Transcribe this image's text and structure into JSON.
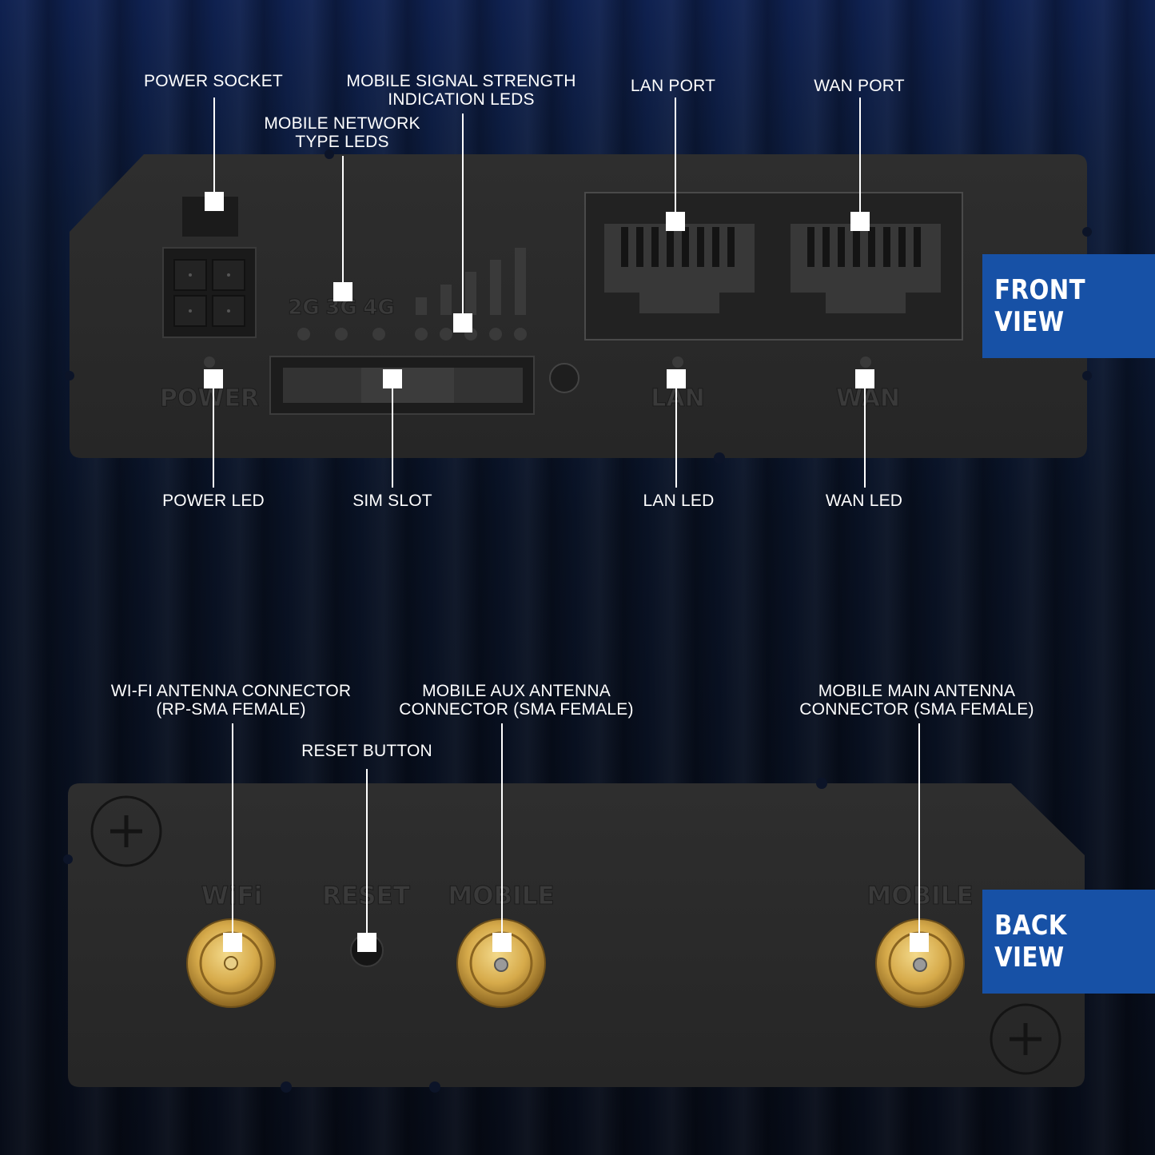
{
  "views": {
    "front": "FRONT VIEW",
    "back": "BACK VIEW"
  },
  "front_panel": {
    "network_types": [
      "2G",
      "3G",
      "4G"
    ],
    "power_text": "POWER",
    "lan_text": "LAN",
    "wan_text": "WAN"
  },
  "back_panel": {
    "wifi_text": "WiFi",
    "reset_text": "RESET",
    "mobile_aux_text": "MOBILE",
    "mobile_main_text": "MOBILE"
  },
  "front_callouts": {
    "power_socket": [
      "POWER SOCKET"
    ],
    "mobile_network_type_leds": [
      "MOBILE NETWORK",
      "TYPE LEDS"
    ],
    "mobile_signal_strength_leds": [
      "MOBILE SIGNAL STRENGTH",
      "INDICATION LEDS"
    ],
    "lan_port": [
      "LAN PORT"
    ],
    "wan_port": [
      "WAN PORT"
    ],
    "power_led": [
      "POWER LED"
    ],
    "sim_slot": [
      "SIM SLOT"
    ],
    "lan_led": [
      "LAN LED"
    ],
    "wan_led": [
      "WAN LED"
    ]
  },
  "back_callouts": {
    "wifi_antenna": [
      "WI-FI ANTENNA CONNECTOR",
      "(RP-SMA FEMALE)"
    ],
    "reset_button": [
      "RESET BUTTON"
    ],
    "mobile_aux_antenna": [
      "MOBILE AUX ANTENNA",
      "CONNECTOR (SMA FEMALE)"
    ],
    "mobile_main_antenna": [
      "MOBILE MAIN ANTENNA",
      "CONNECTOR (SMA FEMALE)"
    ]
  }
}
